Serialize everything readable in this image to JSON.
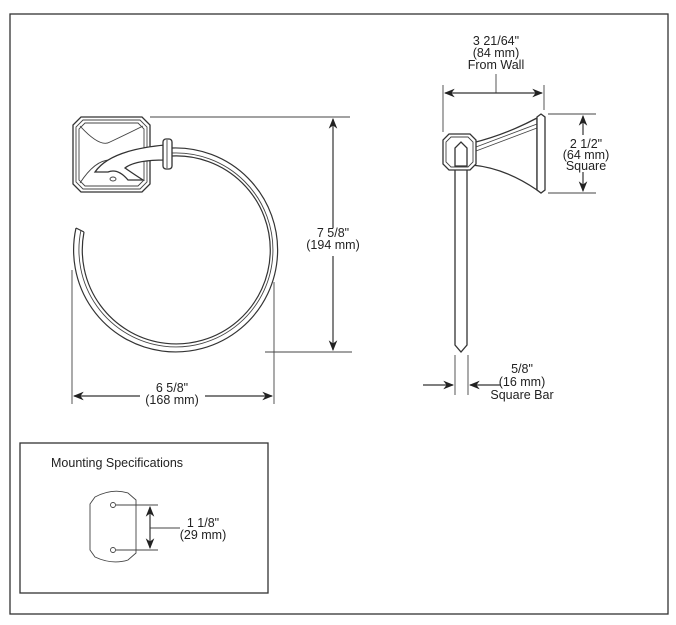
{
  "front_view": {
    "height_in": "7 5/8\"",
    "height_mm": "(194 mm)",
    "width_in": "6 5/8\"",
    "width_mm": "(168 mm)"
  },
  "side_view": {
    "projection_in": "3 21/64\"",
    "projection_mm": "(84 mm)",
    "projection_label": "From Wall",
    "base_in": "2 1/2\"",
    "base_mm": "(64 mm)",
    "base_label": "Square",
    "bar_in": "5/8\"",
    "bar_mm": "(16 mm)",
    "bar_label": "Square Bar"
  },
  "mounting": {
    "title": "Mounting Specifications",
    "spacing_in": "1 1/8\"",
    "spacing_mm": "(29 mm)"
  }
}
